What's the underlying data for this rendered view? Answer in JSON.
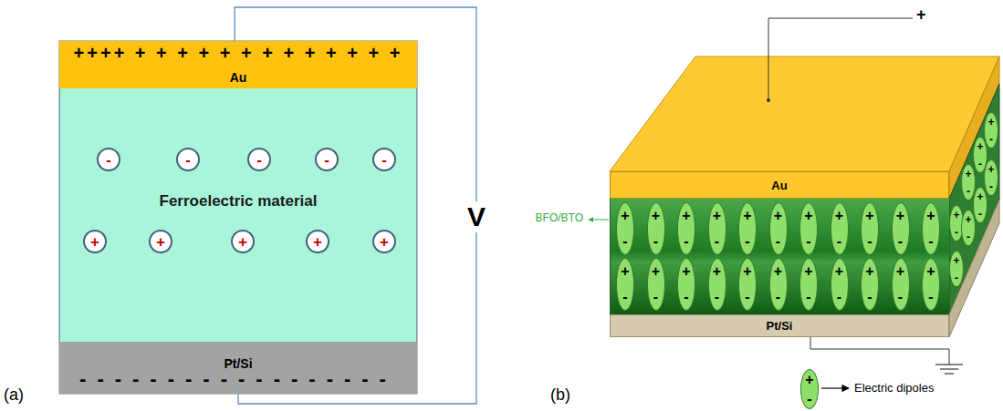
{
  "diagram": {
    "nodes": [
      {
        "text": [
          "++++ + + + + + + + + + + + + +",
          "Au"
        ]
      },
      {
        "text": [
          "Ferroelectric material"
        ]
      },
      {
        "text": [
          "-"
        ],
        "in": 1
      },
      {
        "text": [
          "-"
        ],
        "in": 1
      },
      {
        "text": [
          "-"
        ],
        "in": 1
      },
      {
        "text": [
          "-"
        ],
        "in": 1
      },
      {
        "text": [
          "-"
        ],
        "in": 1
      },
      {
        "text": [
          "+"
        ],
        "in": 1
      },
      {
        "text": [
          "+"
        ],
        "in": 1
      },
      {
        "text": [
          "+"
        ],
        "in": 1
      },
      {
        "text": [
          "+"
        ],
        "in": 1
      },
      {
        "text": [
          "+"
        ],
        "in": 1
      },
      {
        "text": [
          "Pt/Si",
          "------------------"
        ]
      },
      {
        "text": [
          "Au"
        ]
      },
      {
        "text": [
          "BFO/BTO"
        ]
      },
      {
        "text": [
          "+",
          "-"
        ],
        "in": 14
      },
      {
        "text": [
          "+",
          "-"
        ],
        "in": 14
      },
      {
        "text": [
          "+",
          "-"
        ],
        "in": 14
      },
      {
        "text": [
          "+",
          "-"
        ],
        "in": 14
      },
      {
        "text": [
          "+",
          "-"
        ],
        "in": 14
      },
      {
        "text": [
          "+",
          "-"
        ],
        "in": 14
      },
      {
        "text": [
          "+",
          "-"
        ],
        "in": 14
      },
      {
        "text": [
          "+",
          "-"
        ],
        "in": 14
      },
      {
        "text": [
          "+",
          "-"
        ],
        "in": 14
      },
      {
        "text": [
          "+",
          "-"
        ],
        "in": 14
      },
      {
        "text": [
          "+",
          "-"
        ],
        "in": 14
      },
      {
        "text": [
          "+",
          "-"
        ],
        "in": 14
      },
      {
        "text": [
          "+",
          "-"
        ],
        "in": 14
      },
      {
        "text": [
          "+",
          "-"
        ],
        "in": 14
      },
      {
        "text": [
          "+",
          "-"
        ],
        "in": 14
      },
      {
        "text": [
          "+",
          "-"
        ],
        "in": 14
      },
      {
        "text": [
          "+",
          "-"
        ],
        "in": 14
      },
      {
        "text": [
          "+",
          "-"
        ],
        "in": 14
      },
      {
        "text": [
          "+",
          "-"
        ],
        "in": 14
      },
      {
        "text": [
          "+",
          "-"
        ],
        "in": 14
      },
      {
        "text": [
          "+",
          "-"
        ],
        "in": 14
      },
      {
        "text": [
          "+",
          "-"
        ],
        "in": 14
      },
      {
        "text": [
          "Pt/Si"
        ]
      },
      {
        "text": [
          "+",
          "-"
        ]
      },
      {
        "text": [
          "+",
          "-"
        ]
      },
      {
        "text": [
          "+",
          "-"
        ]
      },
      {
        "text": [
          "+",
          "-"
        ]
      },
      {
        "text": [
          "+",
          "-"
        ]
      },
      {
        "text": [
          "+",
          "-"
        ]
      },
      {
        "text": [
          "+",
          "-"
        ]
      },
      {
        "text": [
          "+",
          "-"
        ]
      },
      {
        "text": [
          "+",
          "-"
        ]
      }
    ],
    "edges": [
      {
        "from": 0,
        "to": 12,
        "arrow": "none",
        "label": "V"
      }
    ],
    "labels": [
      "+",
      "(a)",
      "(b)"
    ],
    "legend": [
      {
        "text": "Electric dipoles"
      }
    ]
  }
}
